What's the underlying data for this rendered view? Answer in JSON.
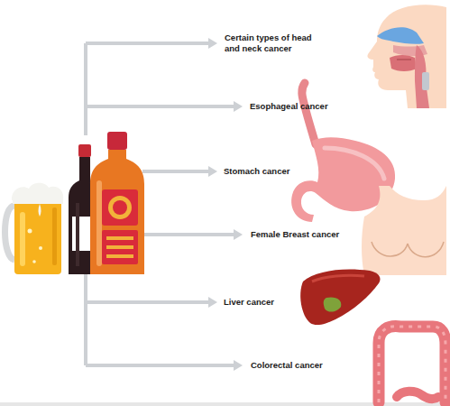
{
  "diagram": {
    "labels": [
      "Certain types of head and neck cancer",
      "Esophageal cancer",
      "Stomach cancer",
      "Female Breast cancer",
      "Liver cancer",
      "Colorectal cancer"
    ]
  }
}
